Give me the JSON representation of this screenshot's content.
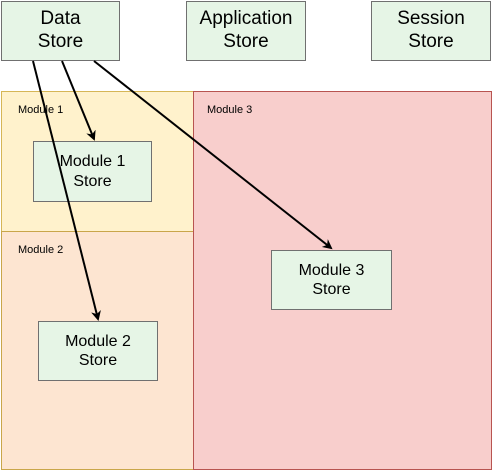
{
  "colors": {
    "store_fill": "#e6f5e6",
    "store_border": "#707070",
    "module1_fill": "#fff2cc",
    "module1_border": "#d6b656",
    "module2_fill": "#fde5d1",
    "module2_border": "#c9a64a",
    "module3_fill": "#f8cecc",
    "module3_border": "#b85450",
    "arrow": "#000000"
  },
  "top_stores": {
    "data_store": "Data\nStore",
    "application_store": "Application\nStore",
    "session_store": "Session\nStore"
  },
  "regions": {
    "module1": {
      "label": "Module 1",
      "store": "Module 1\nStore"
    },
    "module2": {
      "label": "Module 2",
      "store": "Module 2\nStore"
    },
    "module3": {
      "label": "Module 3",
      "store": "Module 3\nStore"
    }
  },
  "connections": [
    {
      "from": "Data Store",
      "to": "Module 1 Store"
    },
    {
      "from": "Data Store",
      "to": "Module 2 Store"
    },
    {
      "from": "Data Store",
      "to": "Module 3 Store"
    }
  ]
}
